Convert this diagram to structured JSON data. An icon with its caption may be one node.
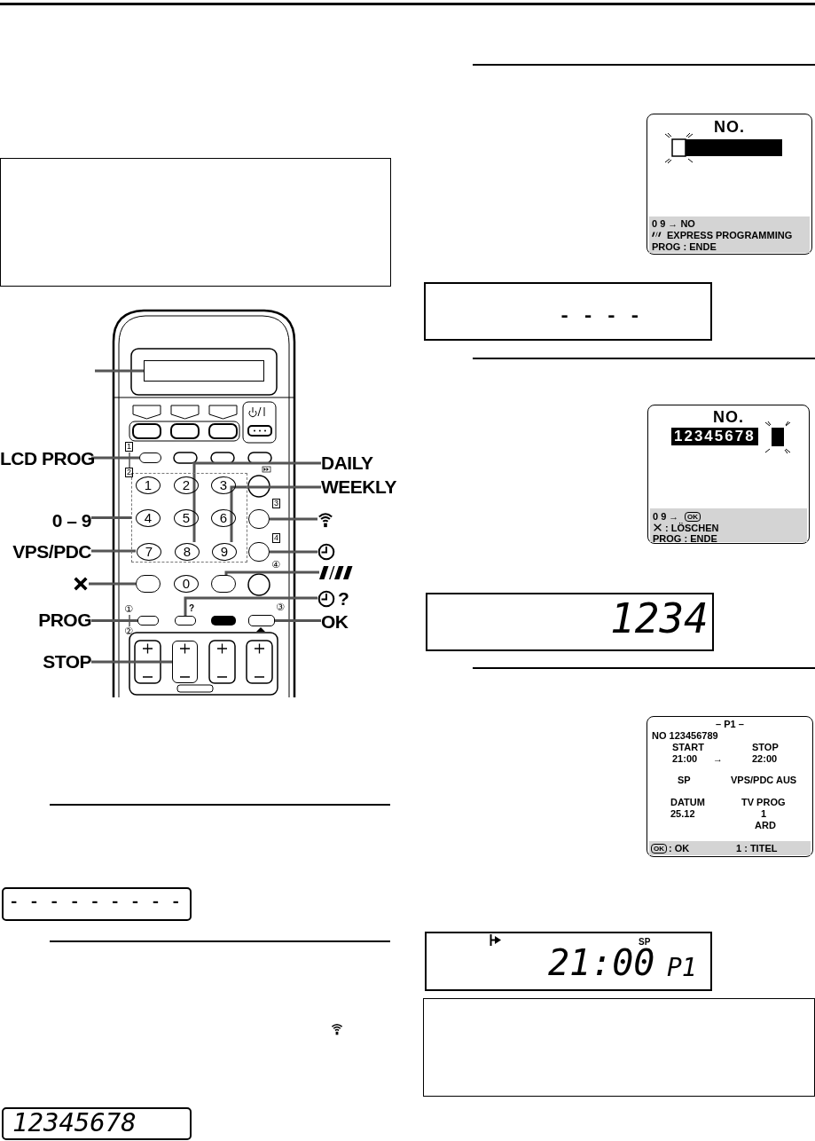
{
  "diagram": {
    "nodes": [
      {
        "text": [
          "LCD PROG"
        ]
      },
      {
        "text": [
          "DAILY"
        ]
      },
      {
        "text": [
          "WEEKLY"
        ]
      },
      {
        "text": [
          "0 – 9"
        ]
      },
      {
        "text": [],
        "shape": "icon"
      },
      {
        "text": [
          "VPS/PDC"
        ]
      },
      {
        "text": [],
        "shape": "icon"
      },
      {
        "text": [],
        "shape": "icon"
      },
      {
        "text": [],
        "shape": "icon"
      },
      {
        "text": [
          "?"
        ]
      },
      {
        "text": [
          "PROG"
        ]
      },
      {
        "text": [
          "OK"
        ]
      },
      {
        "text": [
          "STOP"
        ]
      },
      {
        "text": [],
        "shape": "box"
      },
      {
        "text": [],
        "shape": "button"
      },
      {
        "text": [],
        "shape": "box"
      },
      {
        "text": [
          "7"
        ],
        "in": 15
      },
      {
        "text": [
          "8"
        ],
        "in": 15
      },
      {
        "text": [
          "9"
        ],
        "in": 15
      },
      {
        "text": [],
        "shape": "button"
      },
      {
        "text": [],
        "shape": "button"
      },
      {
        "text": [],
        "shape": "button"
      },
      {
        "text": [],
        "shape": "button"
      },
      {
        "text": [],
        "shape": "button"
      },
      {
        "text": [],
        "shape": "button"
      },
      {
        "text": [],
        "shape": "button"
      },
      {
        "text": [],
        "shape": "button"
      },
      {
        "text": [],
        "shape": "box"
      },
      {
        "text": [],
        "shape": "box"
      }
    ],
    "edges": [
      {
        "from": null,
        "to": 13,
        "arrow": "none"
      },
      {
        "from": 0,
        "to": 14,
        "arrow": "none"
      },
      {
        "from": 1,
        "to": 17,
        "arrow": "none"
      },
      {
        "from": 2,
        "to": 18,
        "arrow": "none"
      },
      {
        "from": 3,
        "to": 15,
        "arrow": "none"
      },
      {
        "from": 4,
        "to": 19,
        "arrow": "none"
      },
      {
        "from": 5,
        "to": 16,
        "arrow": "none"
      },
      {
        "from": 6,
        "to": 20,
        "arrow": "none"
      },
      {
        "from": 7,
        "to": 21,
        "arrow": "none"
      },
      {
        "from": 8,
        "to": 22,
        "arrow": "none"
      },
      {
        "from": 9,
        "to": 24,
        "arrow": "none"
      },
      {
        "from": 10,
        "to": 23,
        "arrow": "none"
      },
      {
        "from": 11,
        "to": 25,
        "arrow": "none"
      },
      {
        "from": 12,
        "to": 26,
        "arrow": "none"
      }
    ],
    "labels": [
      "1",
      "2",
      "3",
      "4",
      "④",
      "①",
      "②",
      "③",
      "1",
      "2",
      "3",
      "4",
      "5",
      "6",
      "0",
      "?",
      "- - - - - - - - -",
      "12345678",
      "NO.",
      "0 9 → NO",
      "EXPRESS PROGRAMMING",
      "PROG : ENDE",
      "- - - -",
      "NO.",
      "12345678",
      "0 9 →",
      "OK",
      ": LÖSCHEN",
      "PROG : ENDE",
      "1234",
      "– P1 –",
      "NO 123456789",
      "START",
      "STOP",
      "21:00",
      "→",
      "22:00",
      "SP",
      "VPS/PDC AUS",
      "DATUM",
      "TV PROG",
      "25.12",
      "1",
      "ARD",
      "OK",
      ": OK",
      "1 : TITEL",
      "SP",
      "21:00",
      "P1"
    ]
  }
}
